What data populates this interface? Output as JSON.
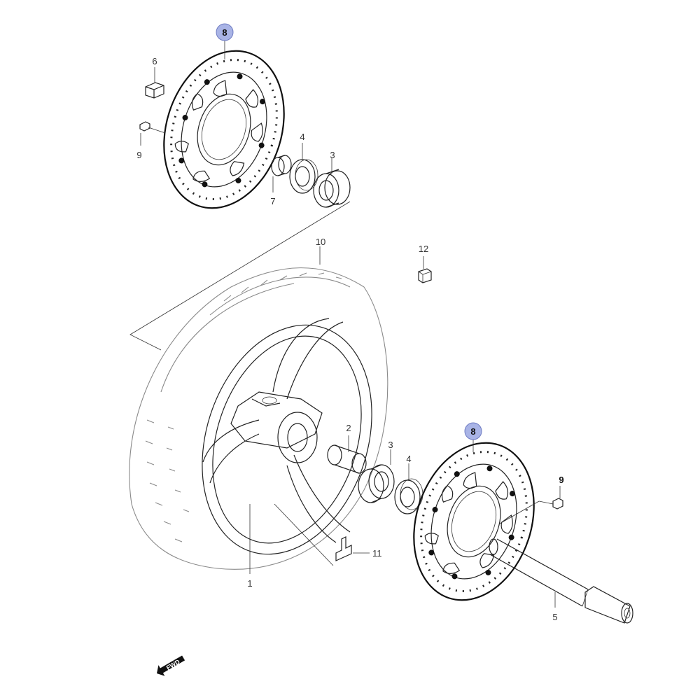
{
  "colors": {
    "highlight_fill": "#a9b4e6",
    "line": "#222222",
    "tire_line": "#8a8a8a",
    "background": "#ffffff"
  },
  "callouts": {
    "disc_top": "8",
    "disc_bottom": "8",
    "disc_bolt": "6",
    "bolt_top": "9",
    "bolt_bottom": "9",
    "bearing_top": "4",
    "bearing_bottom": "4",
    "seal_top": "3",
    "seal_bottom": "3",
    "spacer": "7",
    "tire": "10",
    "weight": "12",
    "collar": "2",
    "axle": "5",
    "valve": "11",
    "wheel": "1"
  },
  "fwd_badge": {
    "label": "FWD",
    "icon": "forward-arrow-icon"
  }
}
